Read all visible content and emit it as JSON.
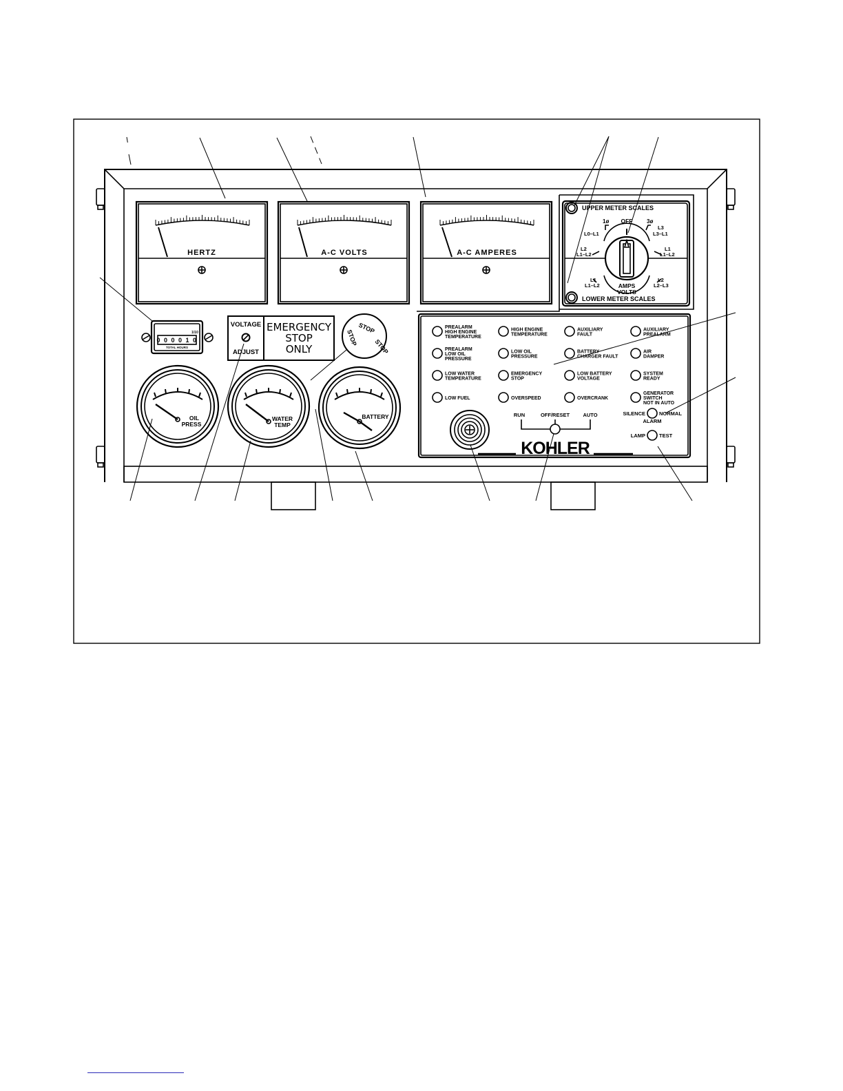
{
  "meters": [
    {
      "label": "HERTZ"
    },
    {
      "label": "A-C VOLTS"
    },
    {
      "label": "A-C AMPERES"
    }
  ],
  "selector": {
    "upper_label": "UPPER METER SCALES",
    "lower_label": "LOWER METER SCALES",
    "center_label_1": "AMPS",
    "center_label_2": "VOLTS",
    "positions": {
      "off": "OFF",
      "upper_left_top": "1ø",
      "upper_left_bot": "L0–L1",
      "upper_right_top": "3ø",
      "upper_right_mid": "L3",
      "upper_right_bot": "L3–L1",
      "left_mid_top": "L2",
      "left_mid_bot": "L1–L2",
      "right_mid_top": "L1",
      "right_mid_bot": "L1–L2",
      "lower_left_top": "L1",
      "lower_left_bot": "L1–L2",
      "lower_right_top": "L2",
      "lower_right_bot": "L2–L3"
    }
  },
  "hourmeter": {
    "digits": "0 0 0 0 1 0",
    "small": "1/10",
    "caption": "TOTAL HOURS"
  },
  "voltage_adjust": {
    "top": "VOLTAGE",
    "bottom": "ADJUST"
  },
  "emergency": {
    "line1": "EMERGENCY",
    "line2": "STOP",
    "line3": "ONLY"
  },
  "stop_button": {
    "text": "STOP"
  },
  "gauges": [
    {
      "line1": "OIL",
      "line2": "PRESS"
    },
    {
      "line1": "WATER",
      "line2": "TEMP"
    },
    {
      "line1": "BATTERY",
      "line2": ""
    }
  ],
  "indicators": [
    [
      "PREALARM",
      "HIGH ENGINE",
      "TEMPERATURE"
    ],
    [
      "HIGH ENGINE",
      "TEMPERATURE"
    ],
    [
      "AUXILIARY",
      "FAULT"
    ],
    [
      "AUXILIARY",
      "PREALARM"
    ],
    [
      "PREALARM",
      "LOW OIL",
      "PRESSURE"
    ],
    [
      "LOW OIL",
      "PRESSURE"
    ],
    [
      "BATTERY",
      "CHARGER FAULT"
    ],
    [
      "AIR",
      "DAMPER"
    ],
    [
      "LOW WATER",
      "TEMPERATURE"
    ],
    [
      "EMERGENCY",
      "STOP"
    ],
    [
      "LOW BATTERY",
      "VOLTAGE"
    ],
    [
      "SYSTEM",
      "READY"
    ],
    [
      "LOW FUEL"
    ],
    [
      "OVERSPEED"
    ],
    [
      "OVERCRANK"
    ],
    [
      "GENERATOR",
      "SWITCH",
      "NOT IN AUTO"
    ]
  ],
  "alarm": {
    "silence": "SILENCE",
    "normal": "NORMAL",
    "alarm": "ALARM"
  },
  "lamp_test": {
    "lamp": "LAMP",
    "test": "TEST"
  },
  "mode_switch": {
    "run": "RUN",
    "off": "OFF/RESET",
    "auto": "AUTO"
  },
  "brand": "KOHLER"
}
